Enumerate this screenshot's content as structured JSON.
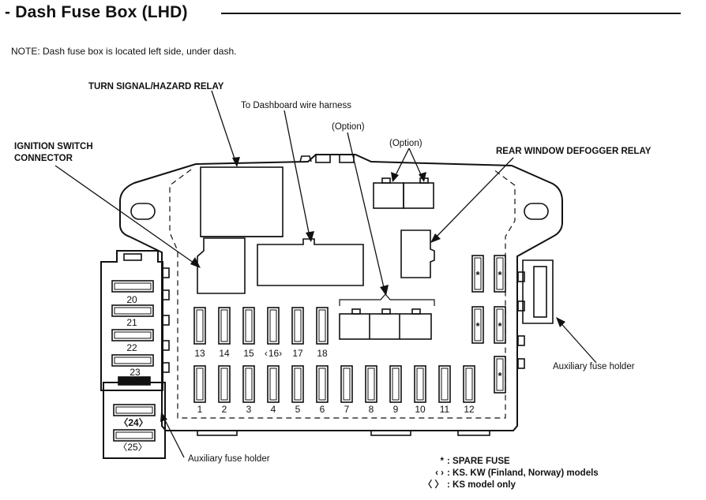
{
  "heading": "- Dash Fuse Box (LHD)",
  "note": "NOTE: Dash fuse box is located left side, under dash.",
  "callouts": {
    "turn_signal": "TURN SIGNAL/HAZARD RELAY",
    "dashboard_harness": "To Dashboard wire harness",
    "option_1": "(Option)",
    "option_2": "(Option)",
    "ignition_line1": "IGNITION SWITCH",
    "ignition_line2": "CONNECTOR",
    "rear_window": "REAR WINDOW DEFOGGER RELAY",
    "aux_right": "Auxiliary fuse holder",
    "aux_left": "Auxiliary fuse holder"
  },
  "fuses_top_row": [
    "13",
    "14",
    "15",
    "‹ 16›",
    "17",
    "18"
  ],
  "fuses_bottom_row": [
    "1",
    "2",
    "3",
    "4",
    "5",
    "6",
    "7",
    "8",
    "9",
    "10",
    "11",
    "12"
  ],
  "aux_left_fuses": [
    "20",
    "21",
    "22",
    "23",
    "〈24〉",
    "〈25〉"
  ],
  "spare_marker": "*",
  "legend": [
    {
      "symbol": "*",
      "text": ": SPARE FUSE"
    },
    {
      "symbol": "‹  ›",
      "text": ": KS. KW (Finland, Norway) models"
    },
    {
      "symbol": "〈  〉",
      "text": ": KS model only"
    }
  ]
}
